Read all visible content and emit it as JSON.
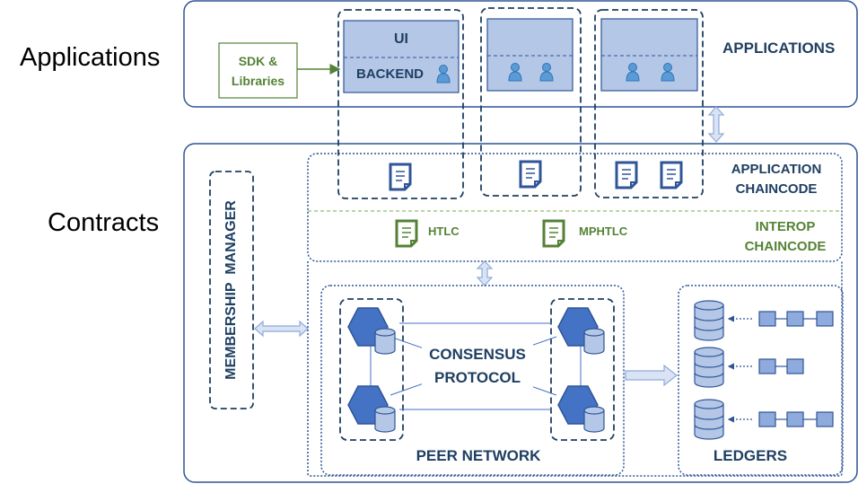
{
  "row_labels": {
    "applications": "Applications",
    "contracts": "Contracts"
  },
  "applications": {
    "title": "APPLICATIONS",
    "sdk": {
      "line1": "SDK &",
      "line2": "Libraries"
    },
    "app1": {
      "ui": "UI",
      "backend": "BACKEND"
    }
  },
  "contracts": {
    "membership_manager": "MEMBERSHIP  MANAGER",
    "application_chaincode": {
      "line1": "APPLICATION",
      "line2": "CHAINCODE"
    },
    "interop_chaincode": {
      "line1": "INTEROP",
      "line2": "CHAINCODE"
    },
    "htlc": "HTLC",
    "mphtlc": "MPHTLC",
    "consensus": {
      "line1": "CONSENSUS",
      "line2": "PROTOCOL"
    },
    "peer_network": "PEER NETWORK",
    "ledgers": "LEDGERS"
  },
  "colors": {
    "dark_blue": "#1f3f62",
    "border_blue": "#2f5597",
    "node_blue": "#4472c4",
    "light_blue_fill": "#b4c7e7",
    "green": "#548235",
    "arrow_fill": "#dae3f3"
  },
  "icons": [
    "user-icon",
    "document-icon",
    "database-icon",
    "hexagon-node-icon",
    "block-chain-icon"
  ]
}
